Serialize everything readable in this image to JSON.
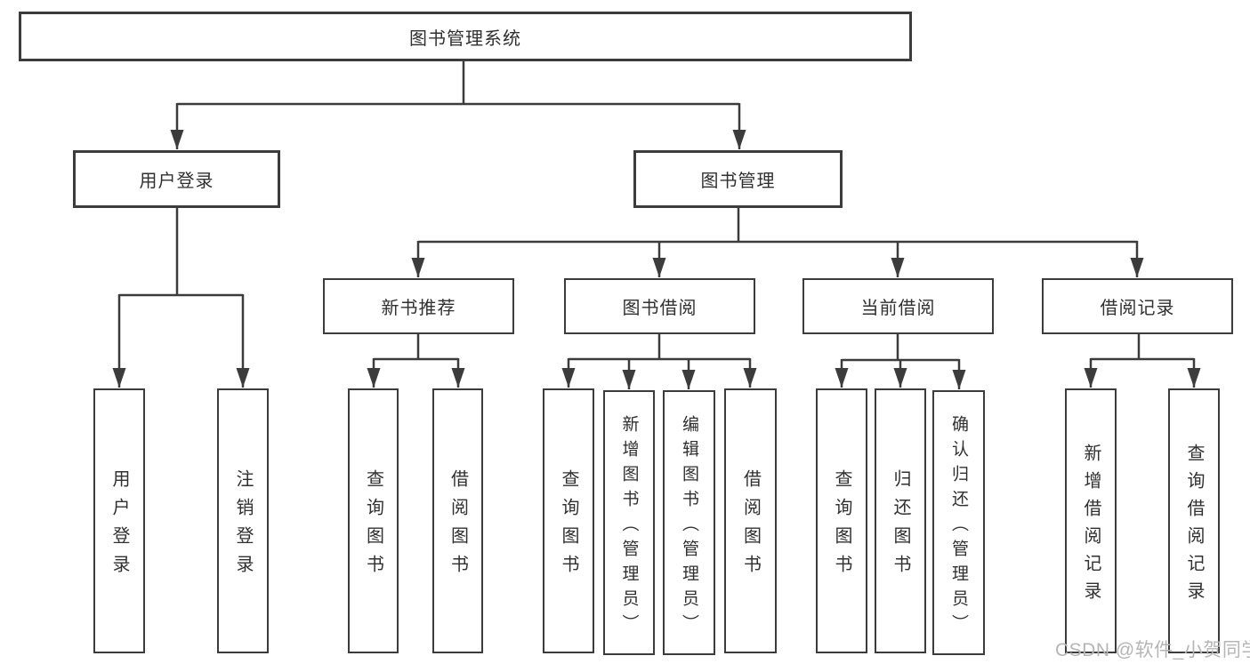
{
  "colors": {
    "line": "#3c3c3c",
    "box_border": "#3c3c3c",
    "text": "#303030",
    "watermark": "#b5b5b5",
    "background": "#ffffff"
  },
  "tree": {
    "root": {
      "label": "图书管理系统"
    },
    "branches": [
      {
        "label": "用户登录",
        "children": [
          {
            "label": "用户登录"
          },
          {
            "label": "注销登录"
          }
        ]
      },
      {
        "label": "图书管理",
        "children": [
          {
            "label": "新书推荐",
            "children": [
              {
                "label": "查询图书"
              },
              {
                "label": "借阅图书"
              }
            ]
          },
          {
            "label": "图书借阅",
            "children": [
              {
                "label": "查询图书"
              },
              {
                "label": "新增图书（管理员）"
              },
              {
                "label": "编辑图书（管理员）"
              },
              {
                "label": "借阅图书"
              }
            ]
          },
          {
            "label": "当前借阅",
            "children": [
              {
                "label": "查询图书"
              },
              {
                "label": "归还图书"
              },
              {
                "label": "确认归还（管理员）"
              }
            ]
          },
          {
            "label": "借阅记录",
            "children": [
              {
                "label": "新增借阅记录"
              },
              {
                "label": "查询借阅记录"
              }
            ]
          }
        ]
      }
    ]
  },
  "watermark": {
    "text": "CSDN @软件_小贺同学"
  }
}
